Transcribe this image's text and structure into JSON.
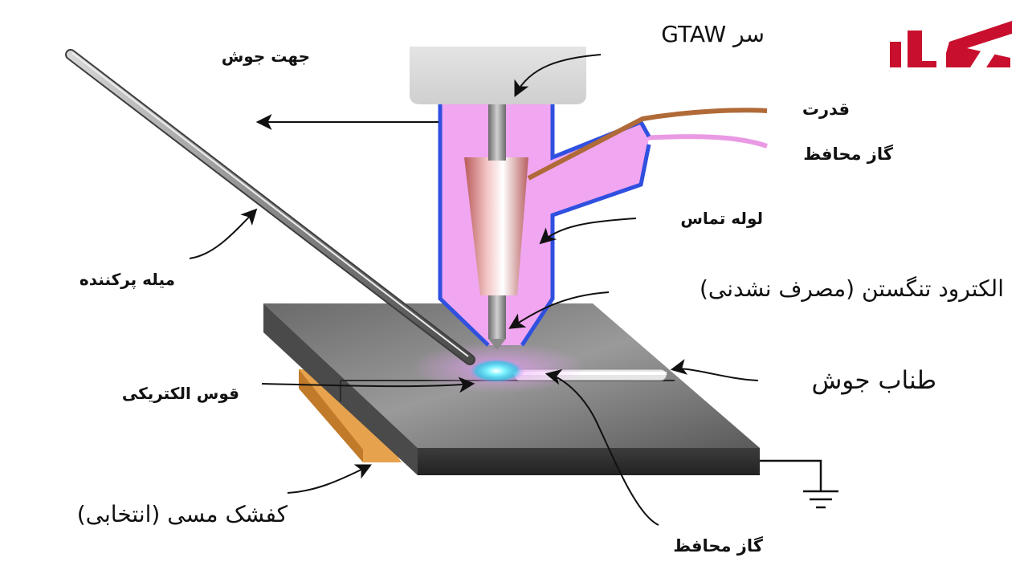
{
  "labels": {
    "gtaw_head": "سر GTAW",
    "weld_direction": "جهت جوش",
    "power": "قدرت",
    "shield_gas_top": "گاز محافظ",
    "contact_tube": "لوله تماس",
    "tungsten_electrode": "الکترود تنگستن (مصرف نشدنی)",
    "weld_bead": "طناب جوش",
    "filler_rod": "میله پرکننده",
    "electric_arc": "قوس الکتریکی",
    "copper_backing": "کفشک مسی (انتخابی)",
    "shield_gas_bottom": "گاز محافظ"
  },
  "logo": {
    "name": "rokna-logo",
    "color": "#c8102e"
  }
}
